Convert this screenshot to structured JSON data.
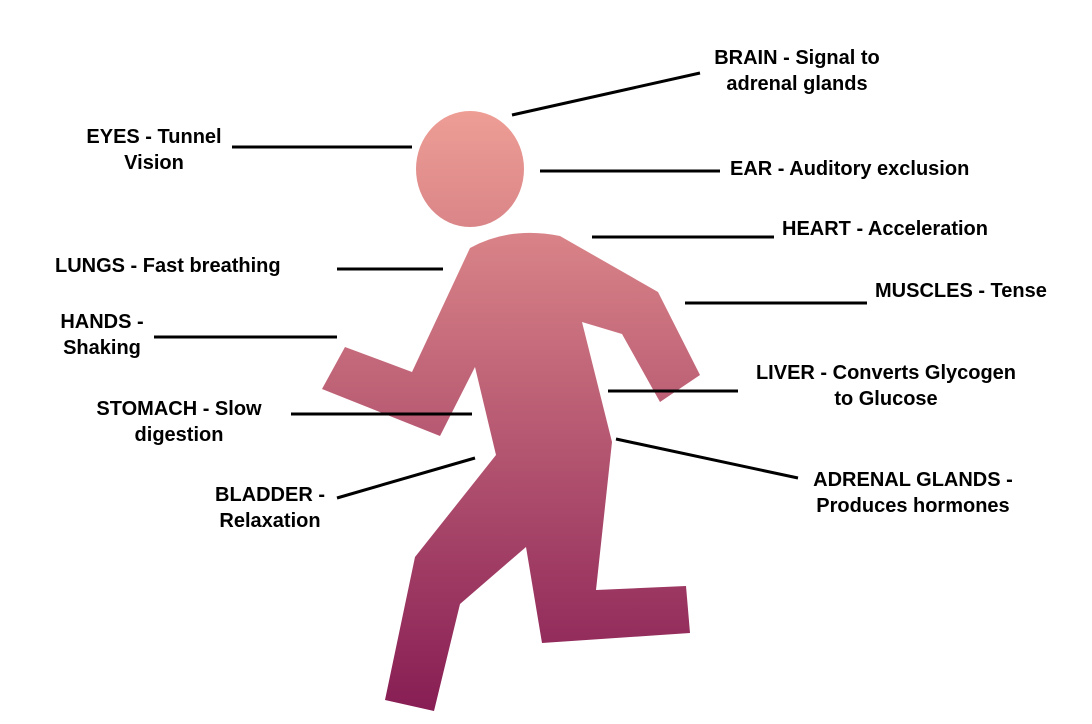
{
  "colors": {
    "figure_top": "#ee9e95",
    "figure_bottom": "#871d54",
    "line": "#000000"
  },
  "labels": {
    "brain": {
      "line1": "BRAIN - Signal to",
      "line2": "adrenal glands"
    },
    "eyes": {
      "line1": "EYES - Tunnel",
      "line2": "Vision"
    },
    "ear": {
      "line1": "EAR - Auditory exclusion"
    },
    "heart": {
      "line1": "HEART - Acceleration"
    },
    "lungs": {
      "line1": "LUNGS - Fast breathing"
    },
    "muscles": {
      "line1": "MUSCLES - Tense"
    },
    "hands": {
      "line1": "HANDS -",
      "line2": "Shaking"
    },
    "liver": {
      "line1": "LIVER - Converts Glycogen",
      "line2": "to Glucose"
    },
    "stomach": {
      "line1": "STOMACH - Slow",
      "line2": "digestion"
    },
    "adrenal": {
      "line1": "ADRENAL GLANDS -",
      "line2": "Produces hormones"
    },
    "bladder": {
      "line1": "BLADDER -",
      "line2": "Relaxation"
    }
  }
}
